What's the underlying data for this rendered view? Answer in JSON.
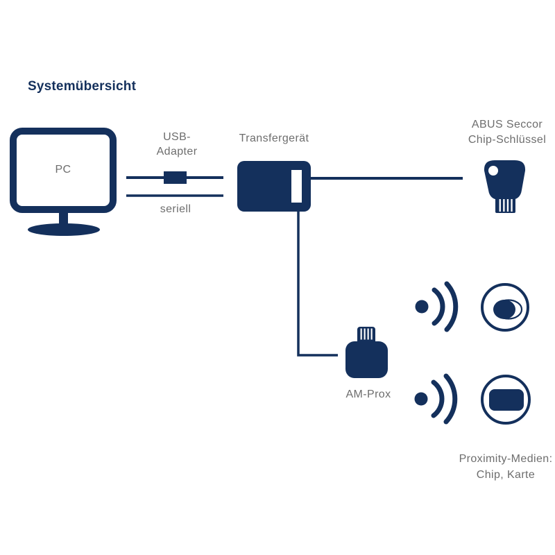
{
  "title": "Systemübersicht",
  "colors": {
    "navy": "#14305C",
    "label_grey": "#6D6D6D",
    "background": "#FFFFFF"
  },
  "diagram": {
    "pc": {
      "label": "PC",
      "icon": "monitor-icon"
    },
    "usb_connection": {
      "line1": "USB-",
      "line2": "Adapter",
      "icon": "usb-adapter-inline-box"
    },
    "serial_connection": {
      "label": "seriell"
    },
    "transfer_device": {
      "label": "Transfergerät",
      "icon": "transfer-device-icon"
    },
    "chip_key": {
      "line1": "ABUS Seccor",
      "line2": "Chip-Schlüssel",
      "icon": "chip-key-icon"
    },
    "am_prox": {
      "label": "AM-Prox",
      "icon": "usb-reader-icon"
    },
    "proximity_media": {
      "line1": "Proximity-Medien:",
      "line2": "Chip, Karte",
      "icons": [
        "wireless-signal-icon",
        "chip-token-icon",
        "card-icon"
      ]
    }
  }
}
